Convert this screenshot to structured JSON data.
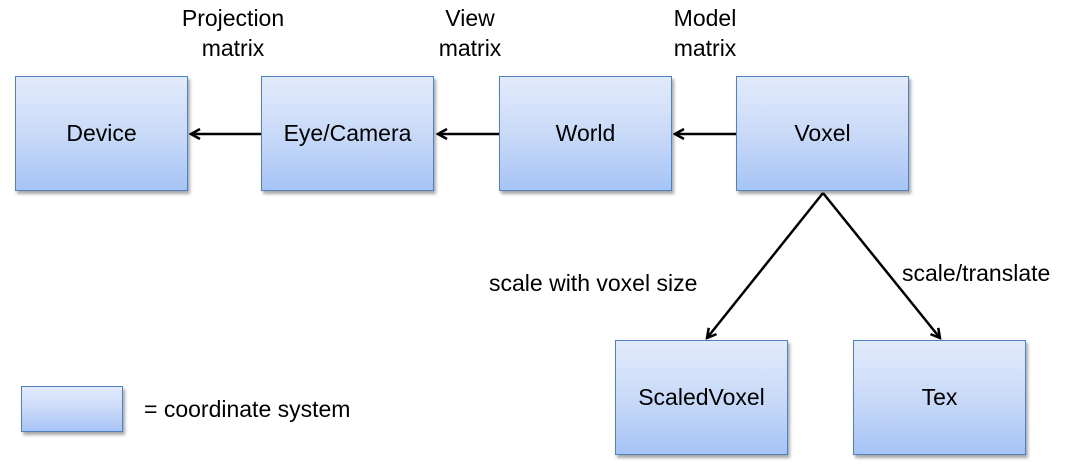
{
  "nodes": {
    "device": "Device",
    "eye_camera": "Eye/Camera",
    "world": "World",
    "voxel": "Voxel",
    "scaled_voxel": "ScaledVoxel",
    "tex": "Tex"
  },
  "edge_labels": {
    "projection_line1": "Projection",
    "projection_line2": "matrix",
    "view_line1": "View",
    "view_line2": "matrix",
    "model_line1": "Model",
    "model_line2": "matrix",
    "scale_voxel": "scale with voxel size",
    "scale_translate": "scale/translate"
  },
  "legend": {
    "text": "= coordinate system"
  },
  "colors": {
    "box_border": "#4f81bd",
    "box_fill_top": "#e2ebfb",
    "box_fill_bottom": "#a7c4f6",
    "arrow": "#000000"
  }
}
